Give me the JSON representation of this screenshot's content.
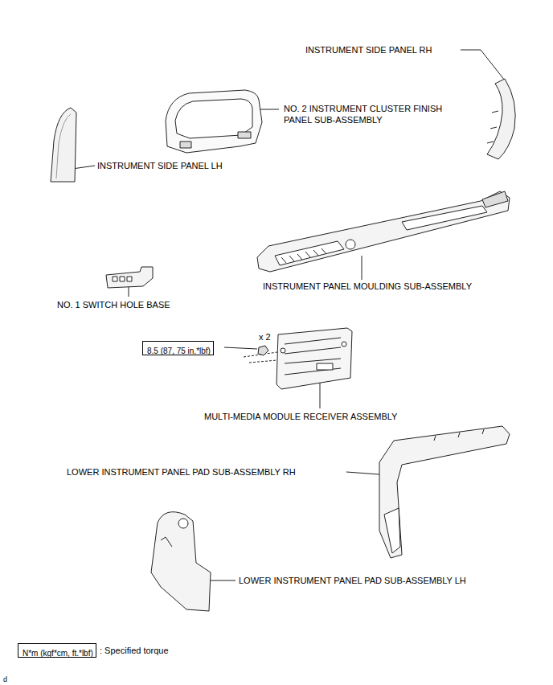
{
  "diagram": {
    "nodes": [
      {
        "text": [
          "8.5 (87, 75 in.*lbf)"
        ]
      },
      {
        "text": [
          "N*m (kgf*cm, ft.*lbf)"
        ]
      }
    ],
    "labels": [
      "INSTRUMENT SIDE PANEL RH",
      "NO. 2 INSTRUMENT CLUSTER FINISH PANEL SUB-ASSEMBLY",
      "INSTRUMENT SIDE PANEL LH",
      "INSTRUMENT PANEL MOULDING SUB-ASSEMBLY",
      "NO. 1 SWITCH HOLE BASE",
      "x 2",
      "MULTI-MEDIA MODULE RECEIVER ASSEMBLY",
      "LOWER INSTRUMENT PANEL PAD SUB-ASSEMBLY RH",
      "LOWER INSTRUMENT PANEL PAD SUB-ASSEMBLY LH",
      "d"
    ],
    "legend": [
      {
        "text": ": Specified torque"
      }
    ]
  }
}
